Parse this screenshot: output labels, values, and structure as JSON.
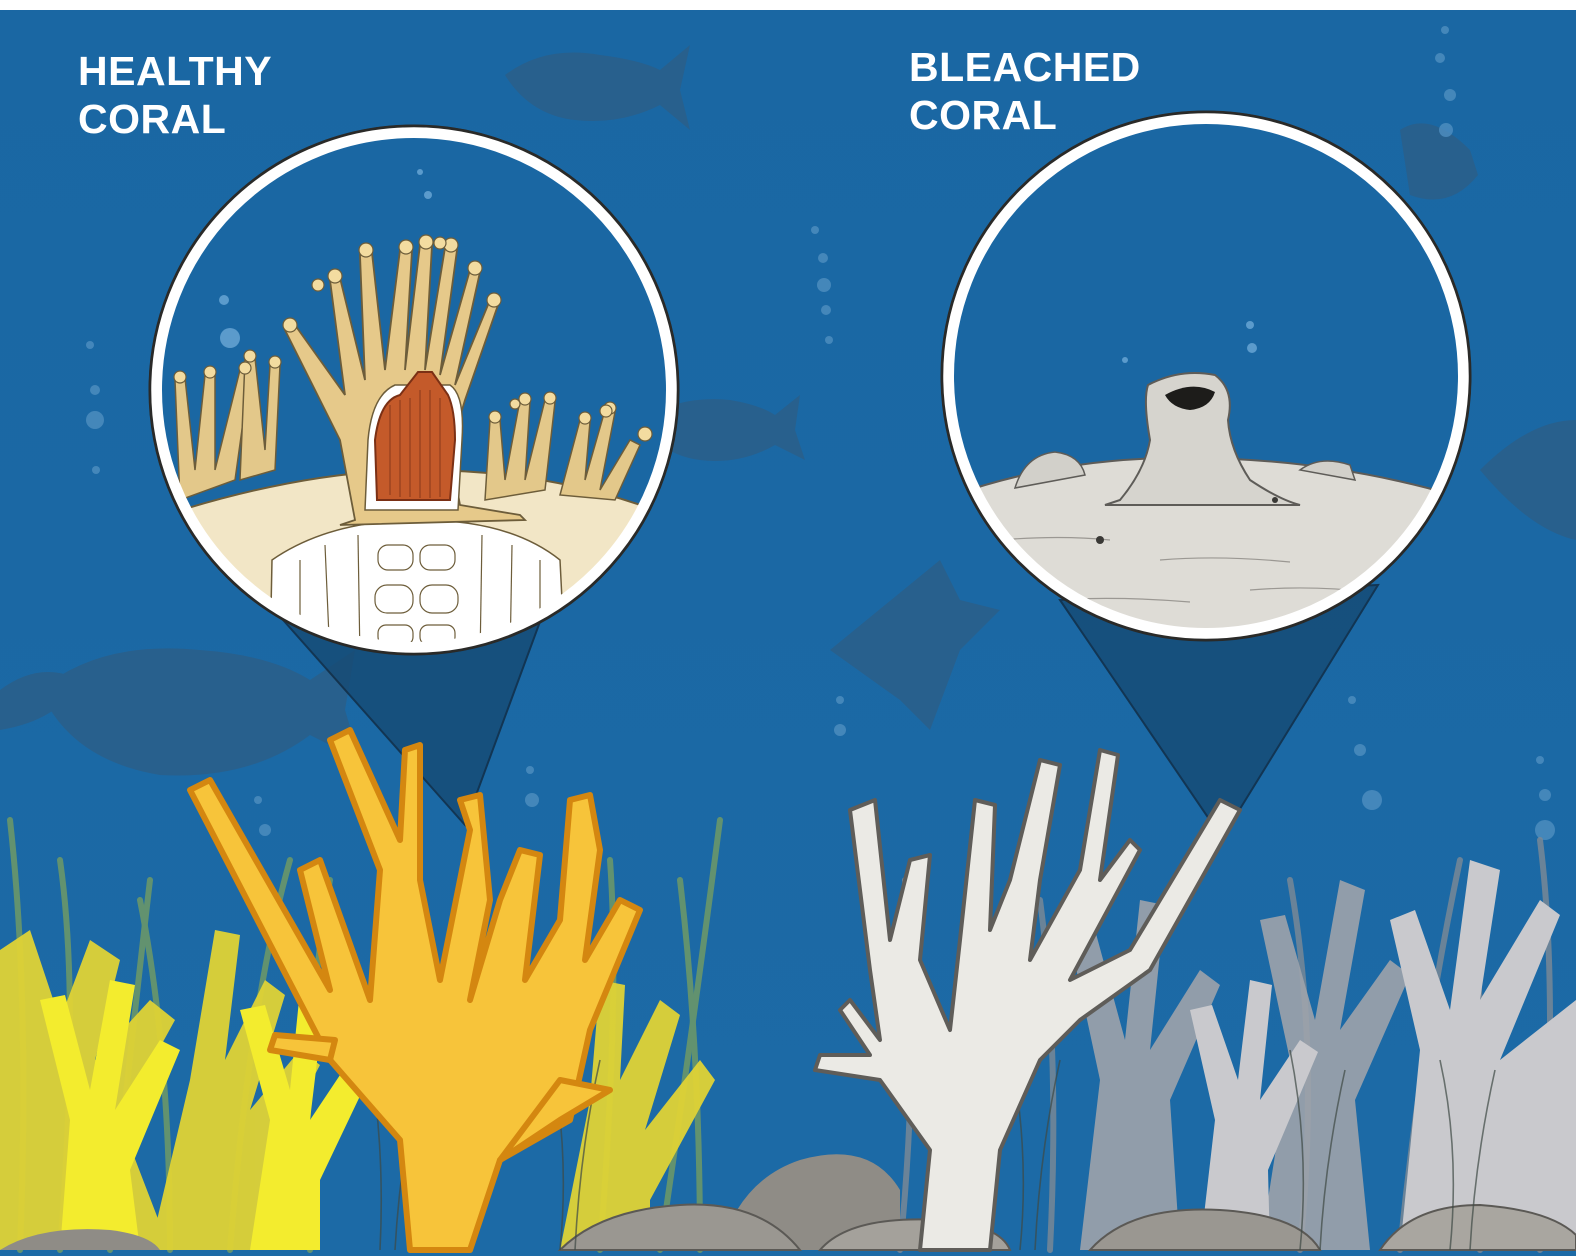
{
  "labels": {
    "healthy": {
      "line1": "HEALTHY",
      "line2": "CORAL"
    },
    "bleached": {
      "line1": "BLEACHED",
      "line2": "CORAL"
    }
  },
  "colors": {
    "ocean": "#1a67a3",
    "ocean_dark": "#15578c",
    "healthy_coral": "#f6c52f",
    "healthy_coral_edge": "#e8950f",
    "polyp_body": "#e8cf8f",
    "polyp_gut": "#c45a2a",
    "bleached_coral": "#e8e7e2",
    "bleached_edge": "#5e5c58",
    "rock": "#8c8a86"
  },
  "icons": [
    "fish-silhouette-icon",
    "bubble-icon"
  ]
}
